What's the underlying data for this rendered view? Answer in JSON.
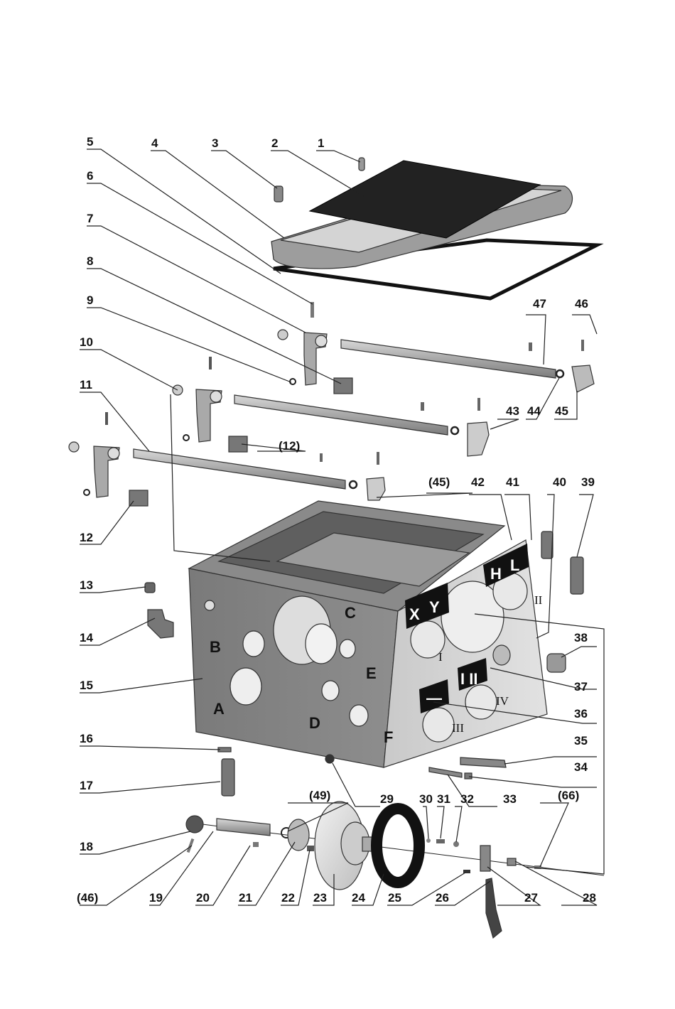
{
  "diagram": {
    "type": "exploded-parts-view",
    "callouts": [
      {
        "id": "1",
        "label": "1"
      },
      {
        "id": "2",
        "label": "2"
      },
      {
        "id": "3",
        "label": "3"
      },
      {
        "id": "4",
        "label": "4"
      },
      {
        "id": "5",
        "label": "5"
      },
      {
        "id": "6",
        "label": "6"
      },
      {
        "id": "7",
        "label": "7"
      },
      {
        "id": "8",
        "label": "8"
      },
      {
        "id": "9",
        "label": "9"
      },
      {
        "id": "10",
        "label": "10"
      },
      {
        "id": "11",
        "label": "11"
      },
      {
        "id": "12a",
        "label": "(12)"
      },
      {
        "id": "12",
        "label": "12"
      },
      {
        "id": "13",
        "label": "13"
      },
      {
        "id": "14",
        "label": "14"
      },
      {
        "id": "15",
        "label": "15"
      },
      {
        "id": "16",
        "label": "16"
      },
      {
        "id": "17",
        "label": "17"
      },
      {
        "id": "18",
        "label": "18"
      },
      {
        "id": "46a",
        "label": "(46)"
      },
      {
        "id": "19",
        "label": "19"
      },
      {
        "id": "20",
        "label": "20"
      },
      {
        "id": "21",
        "label": "21"
      },
      {
        "id": "22",
        "label": "22"
      },
      {
        "id": "23",
        "label": "23"
      },
      {
        "id": "24",
        "label": "24"
      },
      {
        "id": "25",
        "label": "25"
      },
      {
        "id": "26",
        "label": "26"
      },
      {
        "id": "27",
        "label": "27"
      },
      {
        "id": "28",
        "label": "28"
      },
      {
        "id": "49a",
        "label": "(49)"
      },
      {
        "id": "29",
        "label": "29"
      },
      {
        "id": "30",
        "label": "30"
      },
      {
        "id": "31",
        "label": "31"
      },
      {
        "id": "32",
        "label": "32"
      },
      {
        "id": "33",
        "label": "33"
      },
      {
        "id": "66a",
        "label": "(66)"
      },
      {
        "id": "34",
        "label": "34"
      },
      {
        "id": "35",
        "label": "35"
      },
      {
        "id": "36",
        "label": "36"
      },
      {
        "id": "37",
        "label": "37"
      },
      {
        "id": "38",
        "label": "38"
      },
      {
        "id": "39",
        "label": "39"
      },
      {
        "id": "40",
        "label": "40"
      },
      {
        "id": "41",
        "label": "41"
      },
      {
        "id": "42",
        "label": "42"
      },
      {
        "id": "45a",
        "label": "(45)"
      },
      {
        "id": "43",
        "label": "43"
      },
      {
        "id": "44",
        "label": "44"
      },
      {
        "id": "45",
        "label": "45"
      },
      {
        "id": "47",
        "label": "47"
      },
      {
        "id": "46",
        "label": "46"
      }
    ],
    "bore_letters": [
      "A",
      "B",
      "C",
      "D",
      "E",
      "F"
    ],
    "shaft_positions": [
      "I",
      "II",
      "III",
      "IV"
    ],
    "front_plate_letters": [
      "X",
      "Y",
      "H",
      "L"
    ],
    "lower_plates": [
      "—",
      "I II"
    ]
  }
}
